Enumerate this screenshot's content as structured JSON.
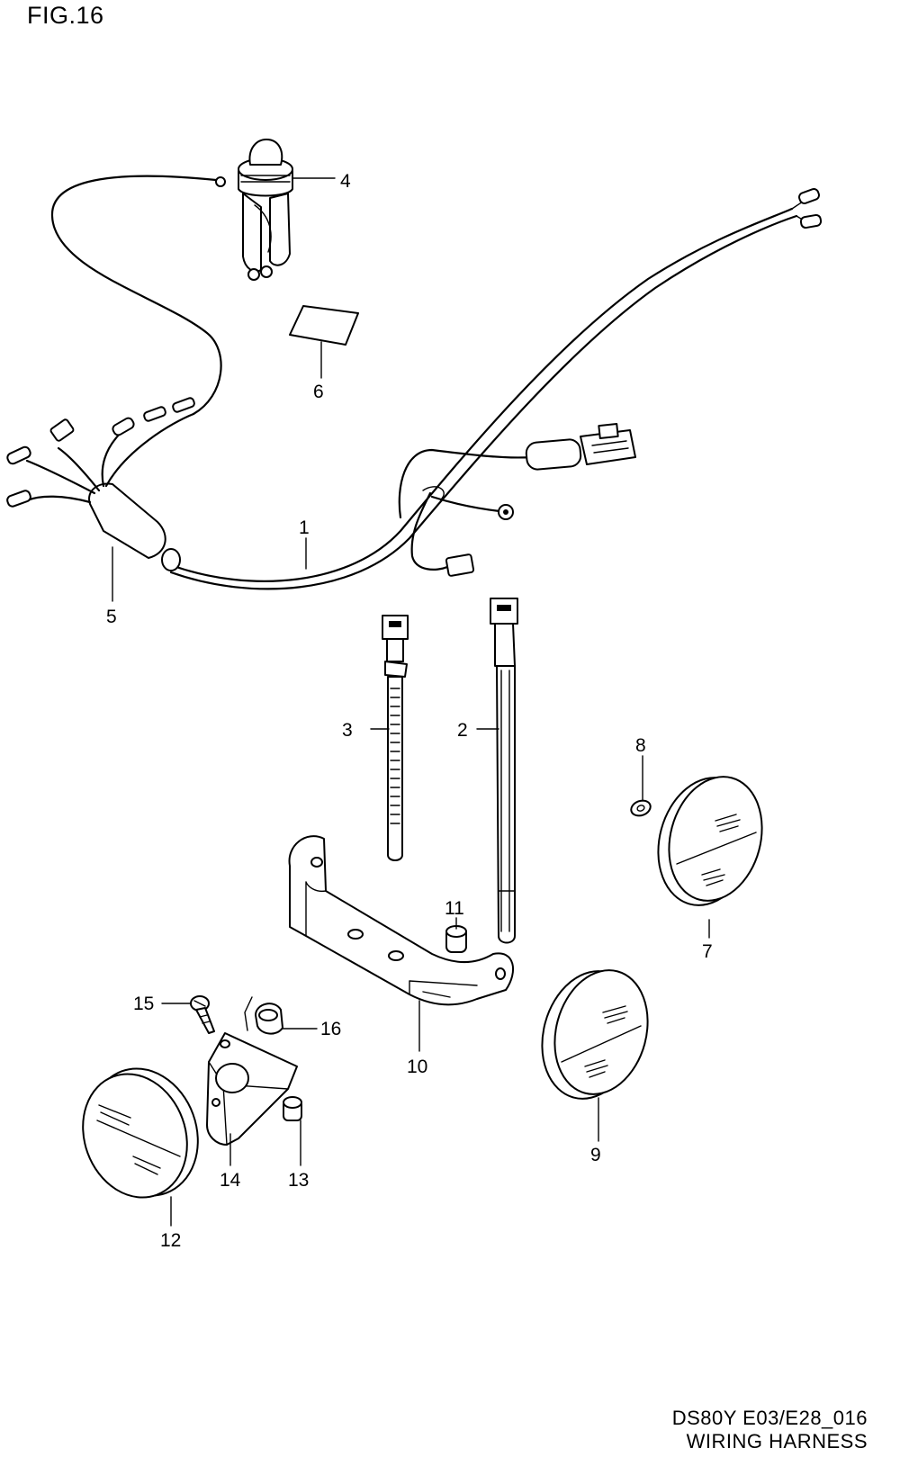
{
  "figure_label": "FIG.16",
  "footer": {
    "code": "DS80Y E03/E28_016",
    "title": "WIRING HARNESS"
  },
  "callouts": [
    "1",
    "2",
    "3",
    "4",
    "5",
    "6",
    "7",
    "8",
    "9",
    "10",
    "11",
    "12",
    "13",
    "14",
    "15",
    "16"
  ]
}
